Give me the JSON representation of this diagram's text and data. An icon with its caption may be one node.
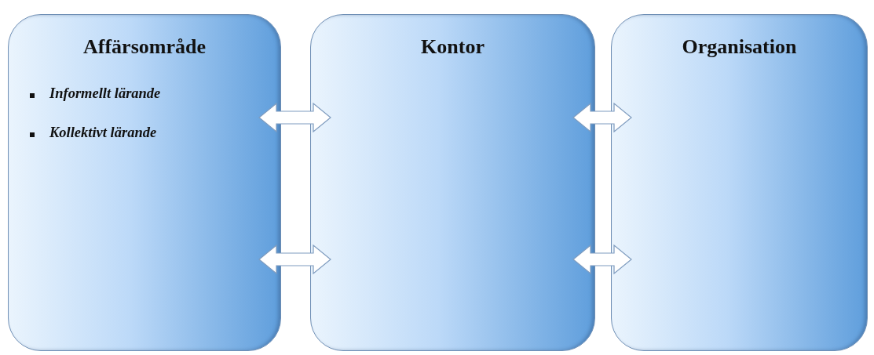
{
  "diagram": {
    "nodes": [
      {
        "text": [
          "Affärsområde",
          "Informellt lärande",
          "Kollektivt lärande"
        ]
      },
      {
        "text": [
          "Kontor"
        ]
      },
      {
        "text": [
          "Organisation"
        ]
      }
    ],
    "edges": [
      {
        "from": 0,
        "to": 1,
        "arrow": "both"
      },
      {
        "from": 0,
        "to": 1,
        "arrow": "both"
      },
      {
        "from": 1,
        "to": 2,
        "arrow": "both"
      },
      {
        "from": 1,
        "to": 2,
        "arrow": "both"
      }
    ]
  }
}
